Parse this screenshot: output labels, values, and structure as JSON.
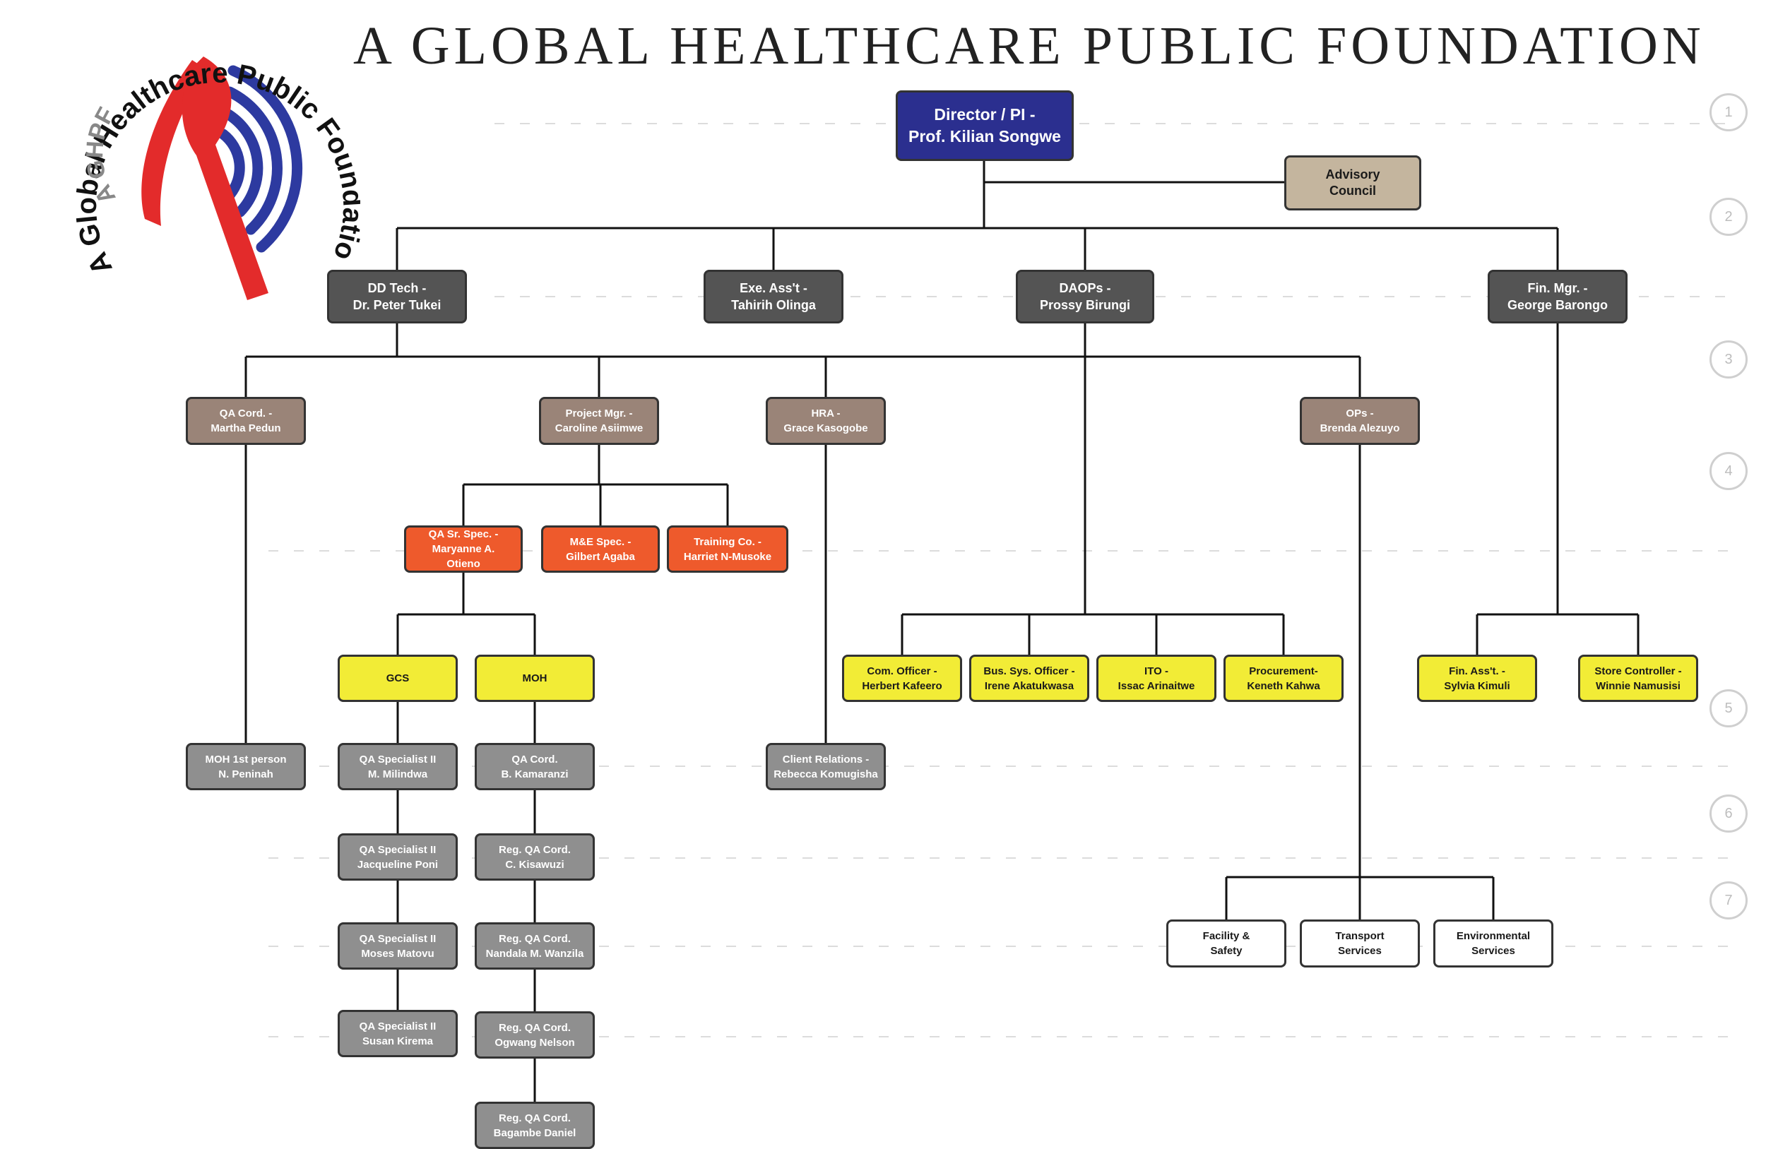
{
  "title": "A GLOBAL HEALTHCARE PUBLIC FOUNDATION",
  "logo": {
    "outer_text": "A Global Healthcare Public Foundation",
    "inner_text": "A GHPF",
    "colors": {
      "ribbon": "#e32b2b",
      "arcs": "#2d3aa0",
      "text": "#111111",
      "inner_text": "#888888"
    }
  },
  "levels": [
    "1",
    "2",
    "3",
    "4",
    "5",
    "6",
    "7"
  ],
  "colors": {
    "director": "#2b2f8f",
    "advisory": "#c4b59e",
    "level1": "#545454",
    "level2": "#9a8478",
    "orange": "#ee5a2c",
    "yellow": "#f2ec36",
    "grey": "#8f8f8f",
    "lines": "#111111"
  },
  "nodes": {
    "director": "Director / PI -\nProf. Kilian Songwe",
    "advisory": "Advisory\nCouncil",
    "dd_tech": "DD Tech  -\nDr. Peter Tukei",
    "exe_asst": "Exe. Ass't -\nTahirih Olinga",
    "daops": "DAOPs -\nProssy Birungi",
    "fin_mgr": "Fin. Mgr. -\nGeorge Barongo",
    "qa_cord": "QA Cord. -\nMartha Pedun",
    "project_mgr": "Project Mgr. -\nCaroline Asiimwe",
    "hra": "HRA -\nGrace Kasogobe",
    "ops": "OPs -\nBrenda Alezuyo",
    "qa_sr_spec": "QA Sr. Spec. -\nMaryanne A.\nOtieno",
    "me_spec": "M&E Spec. -\nGilbert Agaba",
    "training_co": "Training Co. -\nHarriet N-Musoke",
    "gcs": "GCS",
    "moh": "MOH",
    "com_officer": "Com. Officer -\nHerbert Kafeero",
    "bus_sys": "Bus. Sys. Officer -\nIrene Akatukwasa",
    "ito": "ITO -\nIssac Arinaitwe",
    "procurement": "Procurement-\nKeneth Kahwa",
    "fin_asst": "Fin. Ass't. -\nSylvia Kimuli",
    "store_controller": "Store Controller -\nWinnie Namusisi",
    "moh_1st": "MOH 1st person\nN. Peninah",
    "qa_spec_1": "QA Specialist II\nM. Milindwa",
    "qa_spec_2": "QA Specialist II\nJacqueline Poni",
    "qa_spec_3": "QA Specialist II\nMoses Matovu",
    "qa_spec_4": "QA Specialist II\nSusan Kirema",
    "qa_cord_moh": "QA Cord.\nB. Kamaranzi",
    "reg_qa_1": "Reg. QA Cord.\nC. Kisawuzi",
    "reg_qa_2": "Reg. QA Cord.\nNandala M. Wanzila",
    "reg_qa_3": "Reg. QA Cord.\nOgwang Nelson",
    "reg_qa_4": "Reg. QA Cord.\nBagambe Daniel",
    "client_relations": "Client Relations -\nRebecca Komugisha",
    "facility_safety": "Facility &\nSafety",
    "transport": "Transport\nServices",
    "environmental": "Environmental\nServices"
  }
}
